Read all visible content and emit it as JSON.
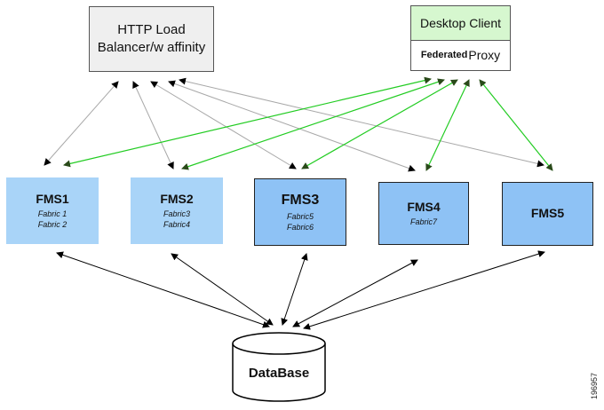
{
  "load_balancer": {
    "line1": "HTTP Load",
    "line2": "Balancer/w affinity"
  },
  "desktop_client": {
    "title": "Desktop Client",
    "proxy_bold": "Federated",
    "proxy_text": "Proxy"
  },
  "servers": [
    {
      "name": "FMS1",
      "fabrics": [
        "Fabric 1",
        "Fabric 2"
      ]
    },
    {
      "name": "FMS2",
      "fabrics": [
        "Fabric3",
        "Fabric4"
      ]
    },
    {
      "name": "FMS3",
      "fabrics": [
        "Fabric5",
        "Fabric6"
      ]
    },
    {
      "name": "FMS4",
      "fabrics": [
        "Fabric7"
      ]
    },
    {
      "name": "FMS5",
      "fabrics": []
    }
  ],
  "database": {
    "label": "DataBase"
  },
  "figure_number": "196957",
  "colors": {
    "green_arrow": "#22cc22",
    "gray_arrow": "#a0a0a0",
    "fms_fill": "#a9d4f8"
  }
}
